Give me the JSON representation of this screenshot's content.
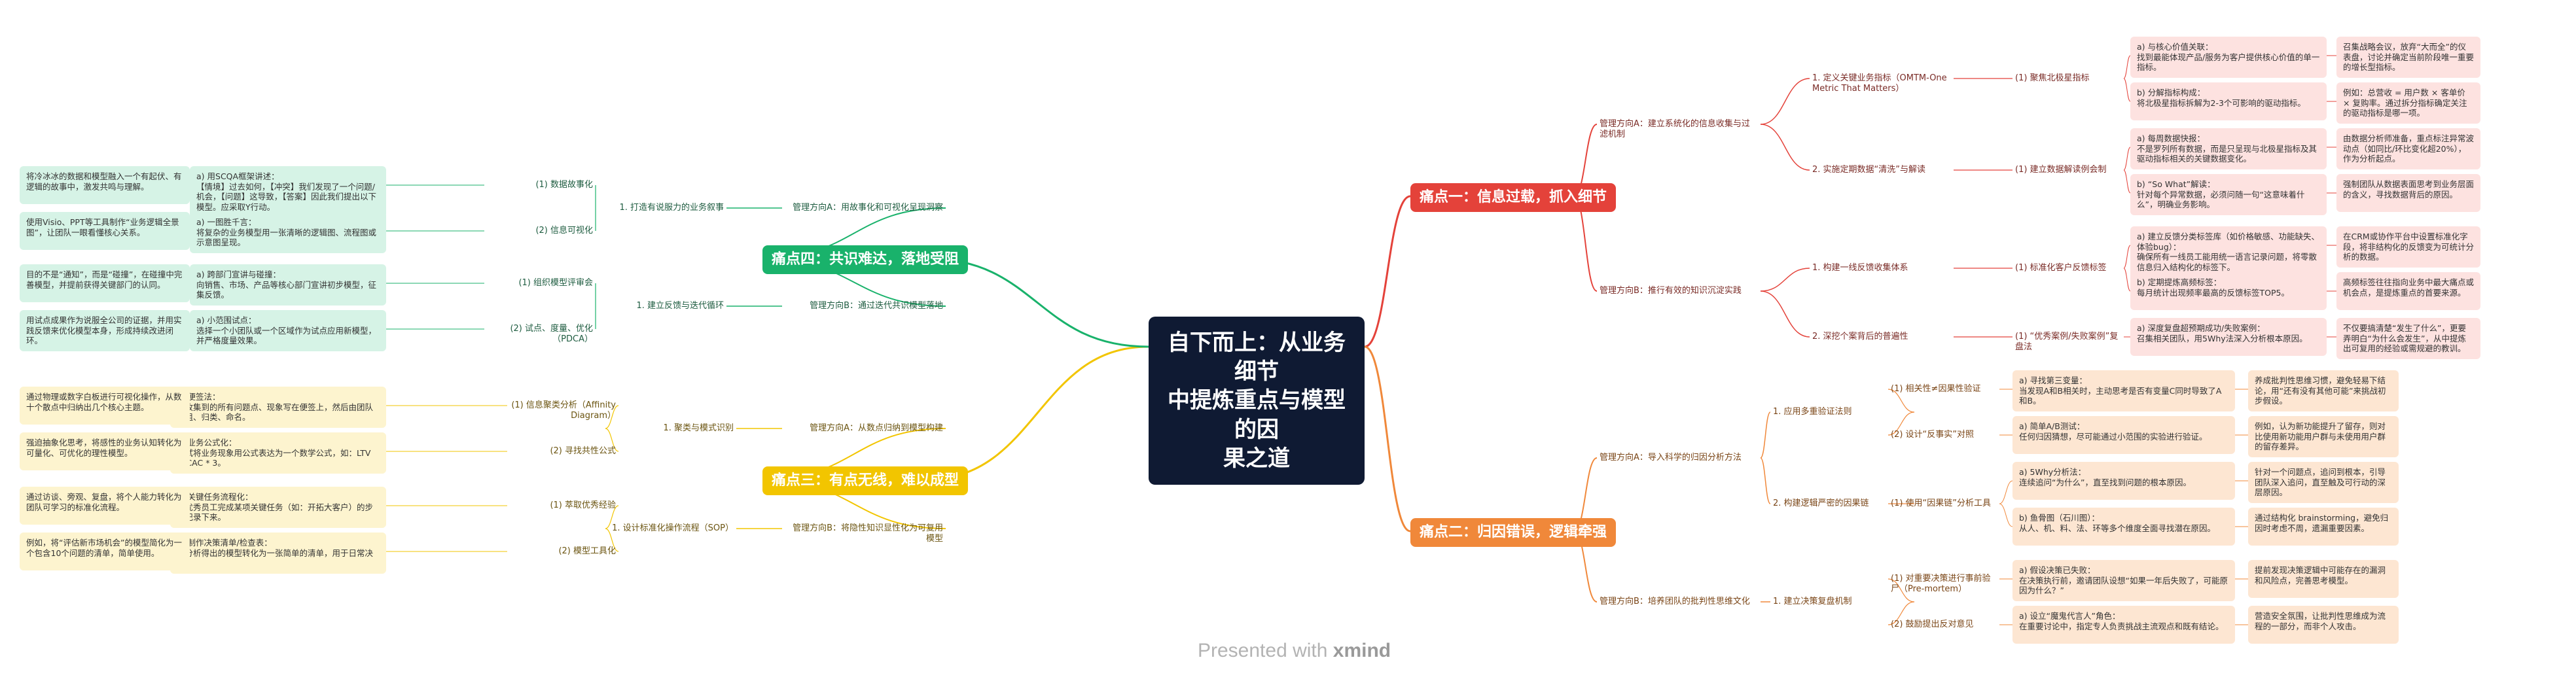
{
  "root": "自下而上：从业务细节\n中提炼重点与模型的因\n果之道",
  "colors": {
    "red": "#e4423a",
    "orange": "#f0883a",
    "yellow": "#f2c500",
    "green": "#19b26b"
  },
  "pain_points": [
    {
      "title": "痛点一：信息过载，抓入细节",
      "directions": [
        {
          "title": "管理方向A：建立系统化的信息收集与过滤机制",
          "items": [
            {
              "title": "1. 定义关键业务指标（OMTM-One Metric That Matters）",
              "subs": [
                {
                  "title": "(1) 聚焦北极星指标",
                  "leaves": [
                    {
                      "text": "a) 与核心价值关联：\n找到最能体现产品/服务为客户提供核心价值的单一指标。",
                      "note": "召集战略会议，放弃“大而全”的仪表盘，讨论并确定当前阶段唯一重要的增长型指标。"
                    },
                    {
                      "text": "b) 分解指标构成：\n将北极星指标拆解为2-3个可影响的驱动指标。",
                      "note": "例如：总营收 = 用户数 × 客单价 × 复购率。通过拆分指标确定关注的驱动指标是哪一项。"
                    }
                  ]
                }
              ]
            },
            {
              "title": "2. 实施定期数据“清洗”与解读",
              "subs": [
                {
                  "title": "(1) 建立数据解读例会制",
                  "leaves": [
                    {
                      "text": "a) 每周数据快报：\n不是罗列所有数据，而是只呈现与北极星指标及其驱动指标相关的关键数据变化。",
                      "note": "由数据分析师准备，重点标注异常波动点（如同比/环比变化超20%），作为分析起点。"
                    },
                    {
                      "text": "b) “So What”解读：\n针对每个异常数据，必须问随一句“这意味着什么”，明确业务影响。",
                      "note": "强制团队从数据表面思考到业务层面的含义，寻找数据背后的原因。"
                    }
                  ]
                }
              ]
            }
          ]
        },
        {
          "title": "管理方向B：推行有效的知识沉淀实践",
          "items": [
            {
              "title": "1. 构建一线反馈收集体系",
              "subs": [
                {
                  "title": "(1) 标准化客户反馈标签",
                  "leaves": [
                    {
                      "text": "a) 建立反馈分类标签库（如价格敏感、功能缺失、体验bug）：\n确保所有一线员工能用统一语言记录问题，将零散信息归入结构化的标签下。",
                      "note": "在CRM或协作平台中设置标准化字段，将非结构化的反馈变为可统计分析的数据。"
                    },
                    {
                      "text": "b) 定期提炼高频标签：\n每月统计出现频率最高的反馈标签TOP5。",
                      "note": "高频标签往往指向业务中最大痛点或机会点，是提炼重点的首要来源。"
                    }
                  ]
                }
              ]
            },
            {
              "title": "2. 深挖个案背后的普遍性",
              "subs": [
                {
                  "title": "(1) “优秀案例/失败案例”复盘法",
                  "leaves": [
                    {
                      "text": "a) 深度复盘超预期成功/失败案例：\n召集相关团队，用5Why法深入分析根本原因。",
                      "note": "不仅要搞清楚“发生了什么”，更要弄明白“为什么会发生”，从中提炼出可复用的经验或需规避的教训。"
                    }
                  ]
                }
              ]
            }
          ]
        }
      ]
    },
    {
      "title": "痛点二：归因错误，逻辑牵强",
      "directions": [
        {
          "title": "管理方向A：导入科学的归因分析方法",
          "items": [
            {
              "title": "1. 应用多重验证法则",
              "subs": [
                {
                  "title": "(1) 相关性≠因果性验证",
                  "leaves": [
                    {
                      "text": "a) 寻找第三变量：\n当发现A和B相关时，主动思考是否有变量C同时导致了A和B。",
                      "note": "养成批判性思维习惯，避免轻易下结论，用“还有没有其他可能”来挑战初步假设。"
                    }
                  ]
                },
                {
                  "title": "(2) 设计“反事实”对照",
                  "leaves": [
                    {
                      "text": "a) 简单A/B测试：\n任何归因猜想，尽可能通过小范围的实验进行验证。",
                      "note": "例如，认为新功能提升了留存，则对比使用新功能用户群与未使用用户群的留存差异。"
                    }
                  ]
                }
              ]
            },
            {
              "title": "2. 构建逻辑严密的因果链",
              "subs": [
                {
                  "title": "(1) 使用“因果链”分析工具",
                  "leaves": [
                    {
                      "text": "a) 5Why分析法：\n连续追问“为什么”，直至找到问题的根本原因。",
                      "note": "针对一个问题点，追问到根本，引导团队深入追问，直至触及可行动的深层原因。"
                    },
                    {
                      "text": "b) 鱼骨图（石川图）：\n从人、机、料、法、环等多个维度全面寻找潜在原因。",
                      "note": "通过结构化 brainstorming，避免归因时考虑不周，遗漏重要因素。"
                    }
                  ]
                }
              ]
            }
          ]
        },
        {
          "title": "管理方向B：培养团队的批判性思维文化",
          "items": [
            {
              "title": "1. 建立决策复盘机制",
              "subs": [
                {
                  "title": "(1) 对重要决策进行事前验尸（Pre-mortem）",
                  "leaves": [
                    {
                      "text": "a) 假设决策已失败：\n在决策执行前，邀请团队设想“如果一年后失败了，可能原因为什么？”",
                      "note": "提前发现决策逻辑中可能存在的漏洞和风险点，完善思考模型。"
                    }
                  ]
                },
                {
                  "title": "(2) 鼓励提出反对意见",
                  "leaves": [
                    {
                      "text": "a) 设立“魔鬼代言人”角色：\n在重要讨论中，指定专人负责挑战主流观点和既有结论。",
                      "note": "营造安全氛围，让批判性思维成为流程的一部分，而非个人攻击。"
                    }
                  ]
                }
              ]
            }
          ]
        }
      ]
    },
    {
      "title": "痛点三：有点无线，难以成型",
      "directions": [
        {
          "title": "管理方向A：从数点归纳到模型构建",
          "items": [
            {
              "title": "1. 聚类与模式识别",
              "subs": [
                {
                  "title": "(1) 信息聚类分析（Affinity Diagram）",
                  "leaves": [
                    {
                      "text": "a) 便签法：\n将收集到的所有问题点、现象写在便签上，然后由团队分组、归类、命名。",
                      "note": "通过物理或数字白板进行可视化操作，从数十个散点中归纳出几个核心主题。"
                    }
                  ]
                },
                {
                  "title": "(2) 寻找共性公式",
                  "leaves": [
                    {
                      "text": "a) 业务公式化：\n尝试将业务现象用公式表达为一个数学公式，如：LTV > CAC * 3。",
                      "note": "强迫抽象化思考，将感性的业务认知转化为可量化、可优化的理性模型。"
                    }
                  ]
                }
              ]
            }
          ]
        },
        {
          "title": "管理方向B：将隐性知识显性化为可复用模型",
          "items": [
            {
              "title": "1. 设计标准化操作流程（SOP）",
              "subs": [
                {
                  "title": "(1) 萃取优秀经验",
                  "leaves": [
                    {
                      "text": "a) 关键任务流程化：\n将优秀员工完成某项关键任务（如：开拓大客户）的步骤记录下来。",
                      "note": "通过访谈、旁观、复盘，将个人能力转化为团队可学习的标准化流程。"
                    }
                  ]
                },
                {
                  "title": "(2) 模型工具化",
                  "leaves": [
                    {
                      "text": "a) 制作决策清单/检查表：\n将分析得出的模型转化为一张简单的清单，用于日常决策。",
                      "note": "例如，将“评估新市场机会”的模型简化为一个包含10个问题的清单，简单使用。"
                    }
                  ]
                }
              ]
            }
          ]
        }
      ]
    },
    {
      "title": "痛点四：共识难达，落地受阻",
      "directions": [
        {
          "title": "管理方向A：用故事化和可视化呈现洞察",
          "items": [
            {
              "title": "1. 打造有说服力的业务叙事",
              "subs": [
                {
                  "title": "(1) 数据故事化",
                  "leaves": [
                    {
                      "text": "a) 用SCQA框架讲述：\n【情境】过去如何，【冲突】我们发现了一个问题/机会，【问题】这导致，【答案】因此我们提出以下模型。应采取Y行动。",
                      "note": "将冷冰冰的数据和模型融入一个有起伏、有逻辑的故事中，激发共鸣与理解。"
                    }
                  ]
                },
                {
                  "title": "(2) 信息可视化",
                  "leaves": [
                    {
                      "text": "a) 一图胜千言：\n将复杂的业务模型用一张清晰的逻辑图、流程图或示意图呈现。",
                      "note": "使用Visio、PPT等工具制作“业务逻辑全景图”，让团队一眼看懂核心关系。"
                    }
                  ]
                }
              ]
            }
          ]
        },
        {
          "title": "管理方向B：通过迭代共识模型落地",
          "items": [
            {
              "title": "1. 建立反馈与迭代循环",
              "subs": [
                {
                  "title": "(1) 组织模型评审会",
                  "leaves": [
                    {
                      "text": "a) 跨部门宣讲与碰撞：\n向销售、市场、产品等核心部门宣讲初步模型，征集反馈。",
                      "note": "目的不是“通知”，而是“碰撞”，在碰撞中完善模型，并提前获得关键部门的认同。"
                    }
                  ]
                },
                {
                  "title": "(2) 试点、度量、优化（PDCA）",
                  "leaves": [
                    {
                      "text": "a) 小范围试点：\n选择一个小团队或一个区域作为试点应用新模型，并严格度量效果。",
                      "note": "用试点成果作为说服全公司的证据，并用实践反馈来优化模型本身，形成持续改进闭环。"
                    }
                  ]
                }
              ]
            }
          ]
        }
      ]
    }
  ],
  "watermark": {
    "prefix": "Presented with ",
    "brand": "xmind"
  }
}
